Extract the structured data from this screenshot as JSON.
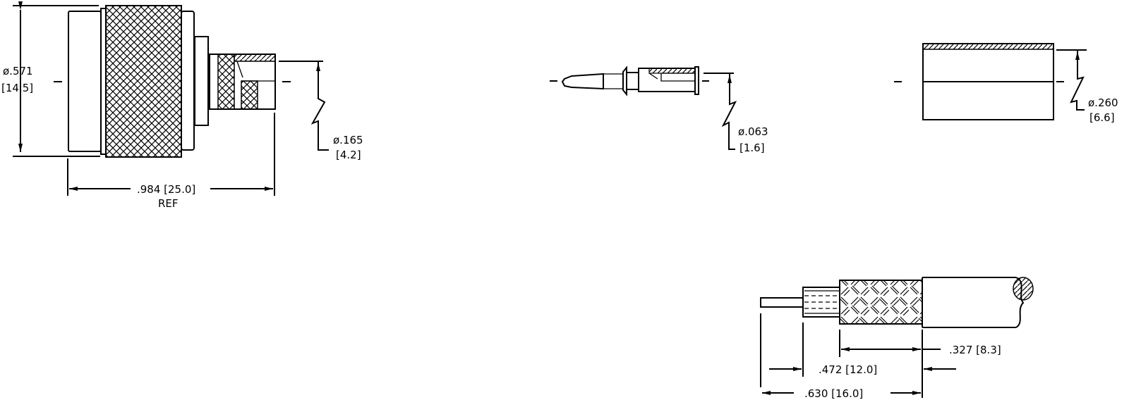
{
  "connector": {
    "dia_in": "ø.571",
    "dia_mm": "[14.5]",
    "pin_dia_in": "ø.165",
    "pin_dia_mm": "[4.2]",
    "length": ".984  [25.0]",
    "length_note": "REF"
  },
  "contact_pin": {
    "dia_in": "ø.063",
    "dia_mm": "[1.6]"
  },
  "ferrule": {
    "dia_in": "ø.260",
    "dia_mm": "[6.6]"
  },
  "cable_strip": {
    "braid": ".327  [8.3]",
    "dielectric": ".472  [12.0]",
    "overall": ".630  [16.0]"
  },
  "colors": {
    "line": "#000000",
    "background": "#ffffff"
  }
}
